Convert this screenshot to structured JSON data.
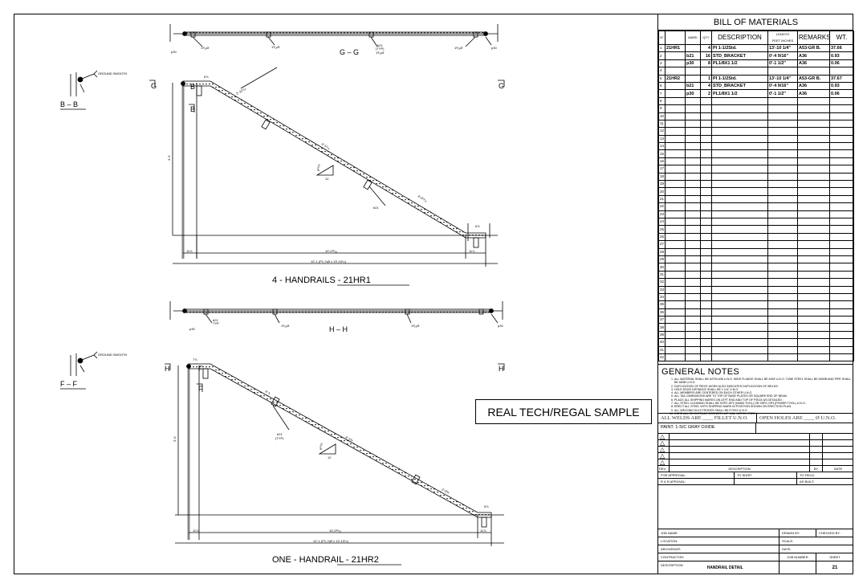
{
  "drawing": {
    "view1": {
      "section_label": "G – G",
      "title": "4 - HANDRAILS - 21HR1",
      "detail_label": "B – B",
      "ground_smooth": "GROUND SMOOTH",
      "cut_marks": [
        "G",
        "G",
        "B",
        "B"
      ],
      "callouts": [
        "b21",
        "(TYP)",
        "p30",
        "p30",
        "1³⁄₁₆Ø",
        "1³⁄₁₆Ø",
        "1³⁄₁₆Ø",
        "1³⁄₁₆Ø",
        "b21"
      ],
      "dims": {
        "left": "11⅞",
        "middle": "10'-0¹¹⁄₁₆",
        "right": "11⅞",
        "overall": "12'-1 (P1-⅞Ø x 13'-10¼)",
        "height": "3'-6",
        "top_left": "6⅞",
        "bottom_right": "6⅞",
        "slope_a": "2'-11⁵⁄₁₆",
        "slope_b": "4'-1⁵⁄₁₆",
        "slope_c": "4'-0¹¹⁄₁₆",
        "pitch_rise": "6¹⁵⁄₁₆",
        "pitch_run": "12"
      }
    },
    "view2": {
      "section_label": "H – H",
      "title": "ONE - HANDRAIL - 21HR2",
      "detail_label": "F – F",
      "ground_smooth": "GROUND SMOOTH",
      "cut_marks": [
        "H",
        "H",
        "F",
        "F"
      ],
      "callouts": [
        "b21",
        "TYP",
        "p30",
        "p30",
        "1³⁄₁₆Ø",
        "1³⁄₁₆Ø",
        "b21",
        "(TYP)"
      ],
      "dims": {
        "left": "11⅞",
        "middle": "10'-0¹¹⁄₁₆",
        "right": "11⅞",
        "overall": "12'-1 (P1-⅞Ø x 13'-10¼)",
        "height": "3'-6",
        "top_left": "7⅞",
        "bottom_right": "5⅞",
        "slope_a": "4'-1",
        "slope_b": "4'-1⅝",
        "slope_c": "2'-9⅝",
        "pitch_rise": "6¹⁵⁄₁₆",
        "pitch_run": "12"
      }
    },
    "stamp": "REAL TECH/REGAL SAMPLE"
  },
  "bom": {
    "title": "BILL OF MATERIALS",
    "headers": {
      "no": "N°",
      "mark": "MARK",
      "qty": "QTY",
      "description": "DESCRIPTION",
      "length": "LENGTH",
      "feet": "FEET",
      "inches": "INCHES",
      "remarks": "REMARKS",
      "wt": "WT."
    },
    "rows": [
      {
        "n": "1",
        "piece": "21HR1",
        "mark": "",
        "qty": "4",
        "desc": "PI 1-1/2Std.",
        "length": "13'-10 1/4\"",
        "remarks": "A53-GR B.",
        "wt": "37.66"
      },
      {
        "n": "2",
        "piece": "",
        "mark": "b21",
        "qty": "16",
        "desc": "STD_BRACKET",
        "length": "0'-4 9/16\"",
        "remarks": "A36",
        "wt": "0.93"
      },
      {
        "n": "3",
        "piece": "",
        "mark": "p30",
        "qty": "8",
        "desc": "PL1/8X1 1/2",
        "length": "0'-1 1/2\"",
        "remarks": "A36",
        "wt": "0.06"
      },
      {
        "n": "4"
      },
      {
        "n": "5",
        "piece": "21HR2",
        "mark": "",
        "qty": "1",
        "desc": "PI 1-1/2Std.",
        "length": "13'-10 1/4\"",
        "remarks": "A53-GR B.",
        "wt": "37.67"
      },
      {
        "n": "6",
        "piece": "",
        "mark": "b21",
        "qty": "4",
        "desc": "STD_BRACKET",
        "length": "0'-4 9/16\"",
        "remarks": "A36",
        "wt": "0.93"
      },
      {
        "n": "7",
        "piece": "",
        "mark": "p30",
        "qty": "2",
        "desc": "PL1/8X1 1/2",
        "length": "0'-1 1/2\"",
        "remarks": "A36",
        "wt": "0.06"
      },
      {
        "n": "8"
      },
      {
        "n": "9"
      },
      {
        "n": "10"
      },
      {
        "n": "11"
      },
      {
        "n": "12"
      },
      {
        "n": "13"
      },
      {
        "n": "14"
      },
      {
        "n": "15"
      },
      {
        "n": "16"
      },
      {
        "n": "17"
      },
      {
        "n": "18"
      },
      {
        "n": "19"
      },
      {
        "n": "20"
      },
      {
        "n": "21"
      },
      {
        "n": "22"
      },
      {
        "n": "23"
      },
      {
        "n": "24"
      },
      {
        "n": "25"
      },
      {
        "n": "26"
      },
      {
        "n": "27"
      },
      {
        "n": "28"
      },
      {
        "n": "29"
      },
      {
        "n": "30"
      },
      {
        "n": "31"
      },
      {
        "n": "32"
      },
      {
        "n": "33"
      },
      {
        "n": "34"
      },
      {
        "n": "35"
      },
      {
        "n": "36"
      },
      {
        "n": "37"
      },
      {
        "n": "38"
      },
      {
        "n": "39"
      },
      {
        "n": "40"
      },
      {
        "n": "41"
      },
      {
        "n": "42"
      }
    ]
  },
  "notes": {
    "title": "GENERAL NOTES",
    "items": [
      "ALL MATERIAL SHALL BE ASTM A36 U.N.O. WIDE FLANGE SHALL BE A992 U.N.O. TUBE STEEL SHALL BE A500B AND PIPE SHALL BE A53B U.N.O.",
      "DUPLICATION OF PIECE WORK ALSO INDICATES DUPLICATION OF WELDS.",
      "HOLE EDGE DISTANCE SHALL BE 1 1/4\" U.N.O.",
      "ALL MEMBERS ARE CENTERED ON EACH OTHER U.N.O.",
      "ALL TAIL DIMENSIONS ARE TO TOP OF BASE PLATES OR SQUARE END OF BEAM.",
      "PLACE ALL SHIPPING MARKS ON LEFT END AND TOP OF PIECE AS DETAILED.",
      "ALL STEEL CLEANING SHALL BE SSPC-SP2 (HAND TOOL) OR SSPC-SP3 (POWER TOOL) U.N.O.",
      "ERECT ALL STEEL WITH SHIPPING MARK IN POSITION SHOWN ON ERECTION PLAN.",
      "ALL WELDING ELECTRODES SHALL BE E70XX U.N.O.",
      "CORE ALL RE-ENTRANT CORNERS 1/2\" MIN. NOTCH FREE."
    ],
    "welds": "ALL WELDS ARE ____ FILLET U.N.O.",
    "holes": "OPEN HOLES ARE ____ Ø U.N.O.",
    "paint": "PAINT:  1-S/C GRAY OXIDE"
  },
  "revisions": {
    "rev": "REV.",
    "description": "DESCRIPTION",
    "by": "BY",
    "date": "DATE"
  },
  "approvals": {
    "for_approval": "FOR APPROVAL:",
    "to_shop": "TO SHOP:",
    "to_field": "TO FIELD:",
    "rr_approval": "R & R APROVAL:",
    "as_built": "AS BUILT:"
  },
  "title_block": {
    "job_name": "JOB NAME:",
    "drawn_by": "DRAWN BY:",
    "checked_by": "CHECKED BY:",
    "location": "LOCATION:",
    "scale": "SCALE:",
    "arch_engr": "ARCH/ENGR:",
    "date": "DATE:",
    "contractor": "CONTRACTOR:",
    "job_number": "JOB NUMBER",
    "sheet": "SHEET",
    "description_label": "DESCRIPTION:",
    "description": "HANDRAIL DETAIL",
    "sheet_value": "21"
  }
}
